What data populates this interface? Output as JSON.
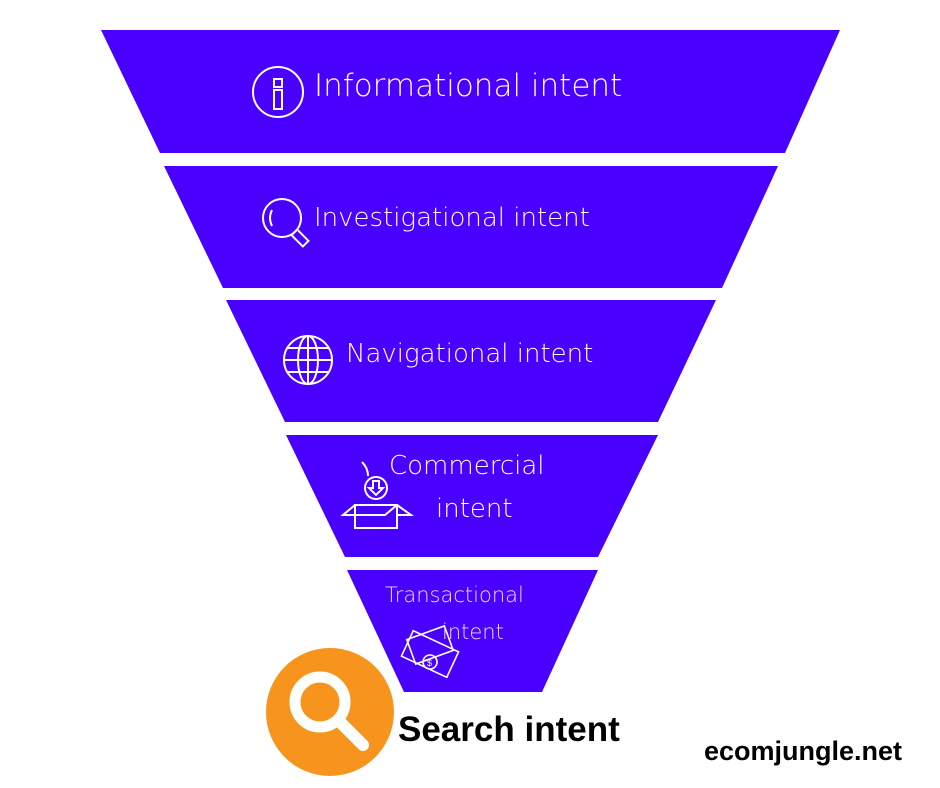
{
  "colors": {
    "funnel": "#4A00FF",
    "orange": "#F7941D",
    "text": "#FFFFFF"
  },
  "funnel": {
    "levels": [
      {
        "label": "Informational intent",
        "icon": "info-icon"
      },
      {
        "label": "Investigational intent",
        "icon": "magnifier-icon"
      },
      {
        "label": "Navigational intent",
        "icon": "globe-icon"
      },
      {
        "label": "Commercial intent",
        "line1": "Commercial",
        "line2": "intent",
        "icon": "box-icon"
      },
      {
        "label": "Transactional intent",
        "line1": "Transactional",
        "line2": "intent",
        "icon": "money-icon"
      }
    ]
  },
  "title": "Search intent",
  "site": "ecomjungle.net"
}
